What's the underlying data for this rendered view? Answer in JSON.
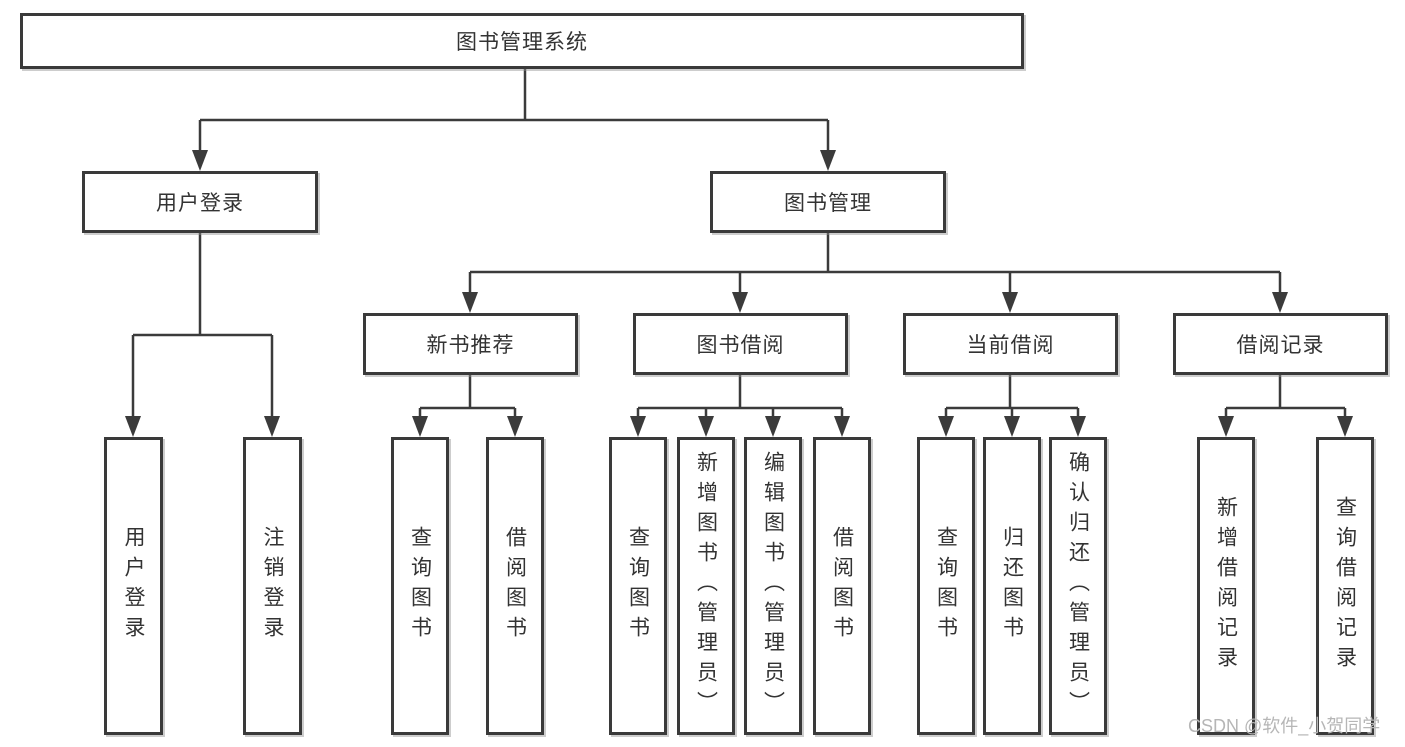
{
  "diagram": {
    "root": {
      "label": "图书管理系统"
    },
    "level2": [
      {
        "label": "用户登录"
      },
      {
        "label": "图书管理"
      }
    ],
    "level3": [
      {
        "label": "新书推荐"
      },
      {
        "label": "图书借阅"
      },
      {
        "label": "当前借阅"
      },
      {
        "label": "借阅记录"
      }
    ],
    "leaves": {
      "user_login": [
        "用户登录",
        "注销登录"
      ],
      "new_books": [
        "查询图书",
        "借阅图书"
      ],
      "book_borrow": [
        "查询图书",
        "新增图书（管理员）",
        "编辑图书（管理员）",
        "借阅图书"
      ],
      "current_borrow": [
        "查询图书",
        "归还图书",
        "确认归还（管理员）"
      ],
      "borrow_records": [
        "新增借阅记录",
        "查询借阅记录"
      ]
    }
  },
  "watermark": {
    "text": "CSDN @软件_小贺同学"
  },
  "colors": {
    "line": "#3b3b3b",
    "text": "#333333",
    "background": "#ffffff",
    "watermark": "#b6b6b6"
  }
}
